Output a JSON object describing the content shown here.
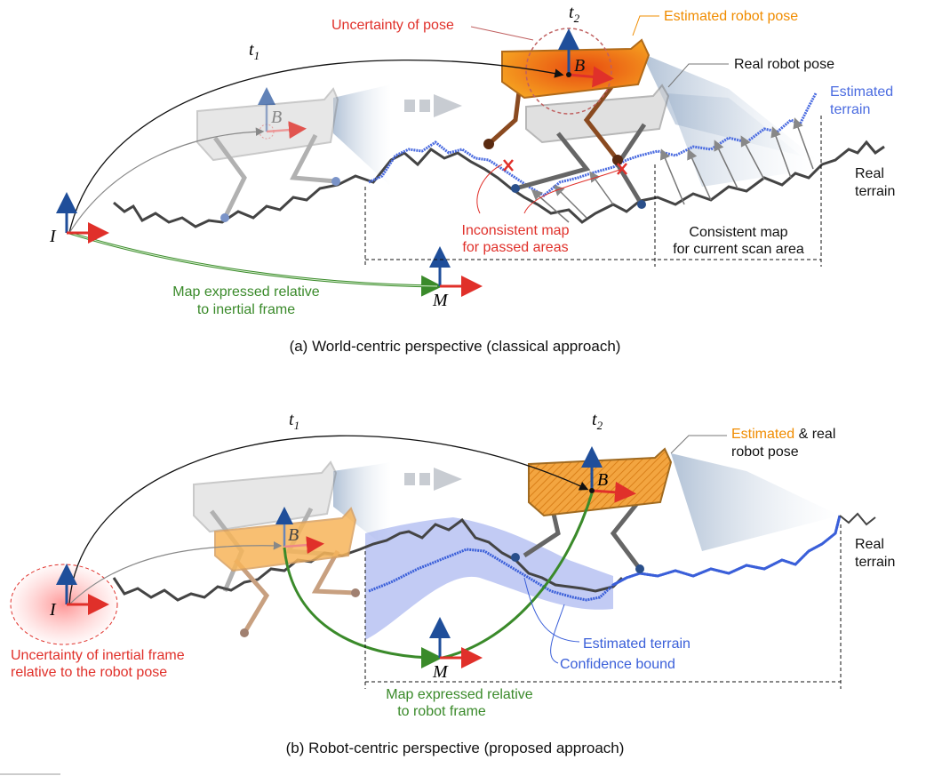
{
  "colors": {
    "red": "#e8302a",
    "orange": "#f08c00",
    "blue": "#3a5fd9",
    "green": "#3a8a2a",
    "gray": "#555555",
    "frame_blue": "#1f4e9a"
  },
  "panel_a": {
    "caption": "(a) World-centric perspective (classical approach)",
    "uncertainty_of_pose": "Uncertainty of pose",
    "t1": "t",
    "t1_sub": "1",
    "t2": "t",
    "t2_sub": "2",
    "estimated_robot_pose": "Estimated robot pose",
    "real_robot_pose": "Real robot pose",
    "estimated_terrain_1": "Estimated",
    "estimated_terrain_2": "terrain",
    "real_terrain_1": "Real",
    "real_terrain_2": "terrain",
    "frame_b": "B",
    "frame_i": "I",
    "frame_m": "M",
    "inconsistent_1": "Inconsistent map",
    "inconsistent_2": "for passed areas",
    "consistent_1": "Consistent map",
    "consistent_2": "for current scan area",
    "map_rel_1": "Map expressed relative",
    "map_rel_2": "to inertial frame"
  },
  "panel_b": {
    "caption": "(b) Robot-centric perspective (proposed approach)",
    "t1": "t",
    "t1_sub": "1",
    "t2": "t",
    "t2_sub": "2",
    "est_real_pose_1a": "Estimated",
    "est_real_pose_1b": " & real",
    "est_real_pose_2": "robot pose",
    "real_terrain_1": "Real",
    "real_terrain_2": "terrain",
    "frame_b": "B",
    "frame_i": "I",
    "frame_m": "M",
    "uncertainty_1": "Uncertainty of inertial frame",
    "uncertainty_2": "relative to the robot pose",
    "estimated_terrain": "Estimated terrain",
    "confidence_bound": "Confidence bound",
    "map_rel_1": "Map expressed relative",
    "map_rel_2": "to robot frame"
  }
}
